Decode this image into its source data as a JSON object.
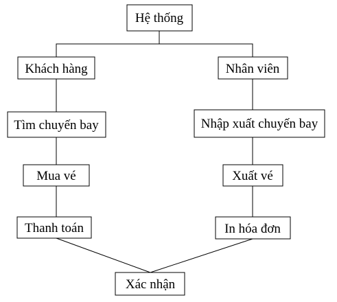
{
  "diagram": {
    "nodes": {
      "system": "Hệ thống",
      "customer": "Khách hàng",
      "staff": "Nhân viên",
      "search_flight": "Tìm chuyến bay",
      "import_export_flight": "Nhập xuất chuyến bay",
      "buy_ticket": "Mua vé",
      "issue_ticket": "Xuất vé",
      "payment": "Thanh toán",
      "print_invoice": "In hóa đơn",
      "confirm": "Xác nhận"
    },
    "edges": [
      [
        "system",
        "customer"
      ],
      [
        "system",
        "staff"
      ],
      [
        "customer",
        "search_flight"
      ],
      [
        "search_flight",
        "buy_ticket"
      ],
      [
        "buy_ticket",
        "payment"
      ],
      [
        "payment",
        "confirm"
      ],
      [
        "staff",
        "import_export_flight"
      ],
      [
        "import_export_flight",
        "issue_ticket"
      ],
      [
        "issue_ticket",
        "print_invoice"
      ],
      [
        "print_invoice",
        "confirm"
      ]
    ]
  }
}
